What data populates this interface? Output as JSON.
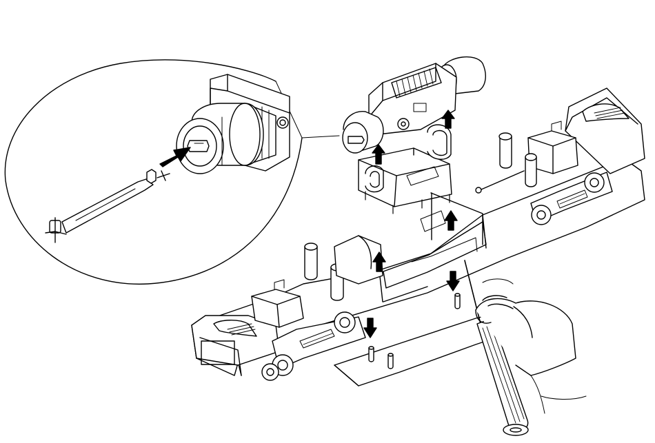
{
  "figure": {
    "kind": "exploded assembly illustration",
    "ink_color": "#000000",
    "paper_color": "#ffffff",
    "has_text": false
  },
  "parts": {
    "detail_view": "magnified-inset",
    "motor": "motor-assembly",
    "motor_mount": "motor-mount-bracket",
    "drive_shaft": "universal-joint-drive-shaft",
    "chassis": "locomotive-chassis",
    "rear_truck": "rear-power-truck",
    "front_truck": "front-power-truck",
    "underframe": "underframe-weight-plate",
    "screwdriver": "screwdriver",
    "hand": "hand"
  },
  "arrows": {
    "insert_shaft": "up",
    "lift_bracket_left": "up",
    "lift_motor": "up",
    "lift_chassis_center": "up",
    "lift_chassis_left": "up",
    "lower_underframe_left": "down",
    "lower_underframe_right": "down"
  }
}
